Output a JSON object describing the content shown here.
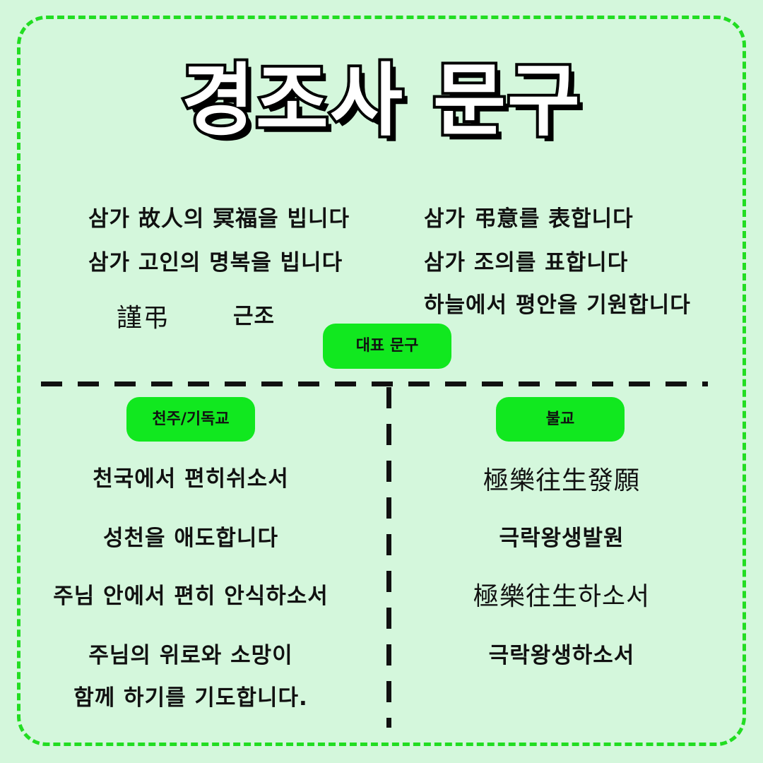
{
  "title": "경조사 문구",
  "representative": {
    "badge": "대표 문구",
    "left_lines": [
      "삼가 故人의 冥福을 빕니다",
      "삼가 고인의 명복을 빕니다"
    ],
    "left_short": [
      "謹弔",
      "근조"
    ],
    "right_lines": [
      "삼가 弔意를 表합니다",
      "삼가 조의를 표합니다",
      "하늘에서 평안을 기원합니다"
    ]
  },
  "christian": {
    "badge": "천주/기독교",
    "lines": [
      "천국에서 편히쉬소서",
      "성천을 애도합니다",
      "주님 안에서 편히 안식하소서",
      "주님의 위로와 소망이",
      "함께 하기를 기도합니다."
    ]
  },
  "buddhist": {
    "badge": "불교",
    "lines": [
      "極樂往生發願",
      "극락왕생발원",
      "極樂往生하소서",
      "극락왕생하소서"
    ]
  },
  "colors": {
    "background": "#d4f7dc",
    "accent": "#11e81f",
    "frame": "#22dd22"
  }
}
